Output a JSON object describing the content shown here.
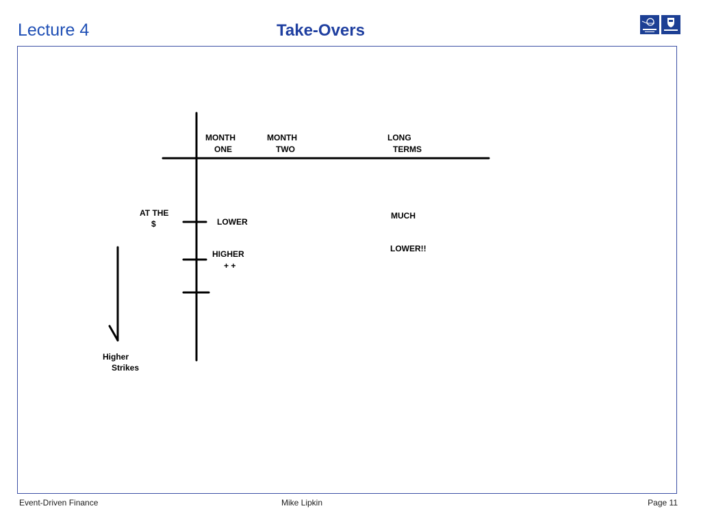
{
  "header": {
    "lecture": "Lecture 4",
    "title": "Take-Overs"
  },
  "colors": {
    "title_blue": "#1f3fa0",
    "frame_border": "#3b4fa4",
    "logo_blue": "#1c3f94"
  },
  "logos": [
    {
      "name": "oxford-said-business-school-logo",
      "text": "SAÏD BUSINESS SCHOOL"
    },
    {
      "name": "university-of-oxford-logo",
      "text": "OXFORD"
    }
  ],
  "diagram": {
    "columns": {
      "month_one": [
        "MONTH",
        "ONE"
      ],
      "month_two": [
        "MONTH",
        "TWO"
      ],
      "long_terms": [
        "LONG",
        "TERMS"
      ]
    },
    "at_the_money": [
      "AT THE",
      "$"
    ],
    "rows": {
      "lower": "LOWER",
      "higher": [
        "HIGHER",
        "+ +"
      ]
    },
    "long_term_note": {
      "line1": "MUCH",
      "line2": "LOWER!!"
    },
    "arrow_label": [
      "Higher",
      "Strikes"
    ]
  },
  "footer": {
    "left": "Event-Driven Finance",
    "center": "Mike Lipkin",
    "right": "Page 11"
  }
}
